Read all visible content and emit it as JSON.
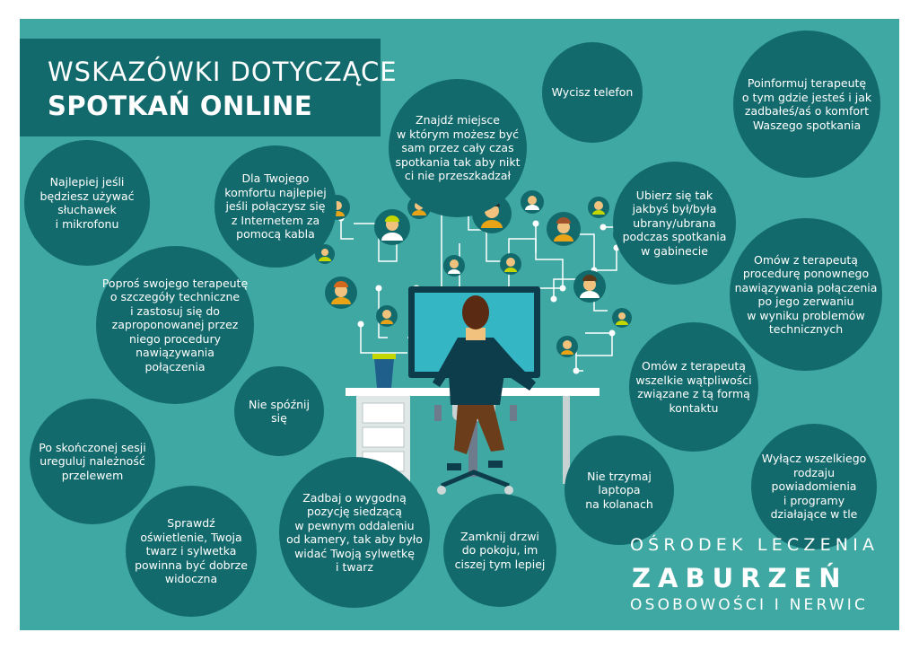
{
  "title": {
    "line1": "WSKAZÓWKI DOTYCZĄCE",
    "line2": "SPOTKAŃ ONLINE"
  },
  "tips": [
    "Najlepiej jeśli\nbędziesz używać\nsłuchawek\ni mikrofonu",
    "Dla Twojego\nkomfortu najlepiej\njeśli połączysz się\nz Internetem za\npomocą kabla",
    "Znajdź miejsce\nw którym możesz być\nsam przez cały czas\nspotkania tak aby nikt\nci nie przeszkadzał",
    "Wycisz telefon",
    "Poinformuj terapeutę\no tym gdzie jesteś i jak\nzadbałeś/aś o komfort\nWaszego spotkania",
    "Ubierz się tak\njakbyś był/była\nubrany/ubrana\npodczas spotkania\nw gabinecie",
    "Omów z terapeutą\nprocedurę ponownego\nnawiązywania połączenia\npo jego zerwaniu\nw wyniku problemów\ntechnicznych",
    "Poproś swojego terapeutę\no szczegóły techniczne\ni zastosuj się do\nzaproponowanej przez\nniego procedury\nnawiązywania\npołączenia",
    "Nie spóźnij\nsię",
    "Omów z terapeutą\nwszelkie wątpliwości\nzwiązane z tą formą\nkontaktu",
    "Po skończonej sesji\nureguluj należność\nprzelewem",
    "Wyłącz wszelkiego\nrodzaju\npowiadomienia\ni programy\ndziałające w tle",
    "Nie trzymaj\nlaptopa\nna kolanach",
    "Sprawdź\noświetlenie, Twoja\ntwarz i sylwetka\npowinna być dobrze\nwidoczna",
    "Zadbaj o wygodną\npozycję siedzącą\nw pewnym oddaleniu\nod kamery, tak aby było\nwidać Twoją sylwetkę\ni twarz",
    "Zamknij drzwi\ndo pokoju, im\nciszej tym lepiej"
  ],
  "brand": {
    "line1": "OŚRODEK LECZENIA",
    "line2": "ZABURZEŃ",
    "line3": "OSOBOWOŚCI I NERWIC"
  },
  "colors": {
    "background": "#3fa8a2",
    "bubble": "#136a6c",
    "text": "#ffffff"
  }
}
